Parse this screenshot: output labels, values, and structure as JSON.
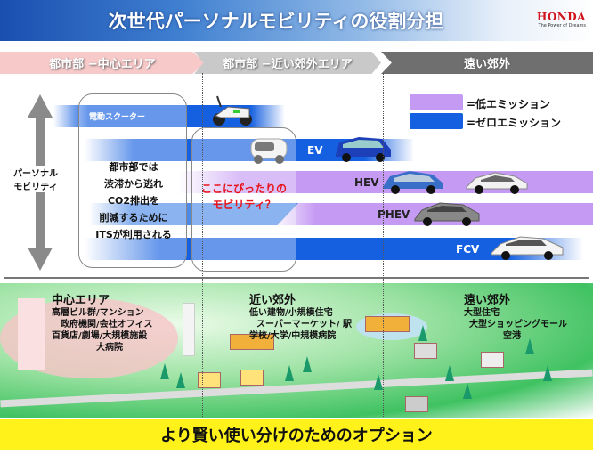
{
  "header": {
    "title": "次世代パーソナルモビリティの役割分担",
    "logo": "HONDA",
    "logo_tagline": "The Power of Dreams"
  },
  "zones": [
    "都市部 −中心エリア",
    "都市部 −近い郊外エリア",
    "遠い郊外"
  ],
  "axis_label": "パーソナル\nモビリティ",
  "legend": [
    {
      "label": "=低エミッション",
      "color": "#c59af3"
    },
    {
      "label": "=ゼロエミッション",
      "color": "#1560e0"
    }
  ],
  "bands": {
    "scooter": "電動スクーター",
    "ev": "EV",
    "hev": "HEV",
    "phev": "PHEV",
    "fcv": "FCV"
  },
  "city_note": [
    "都市部では",
    "渋滞から逃れ",
    "CO2排出を",
    "削減するために",
    "ITSが利用される"
  ],
  "question": [
    "ここにぴったりの",
    "モビリティ？"
  ],
  "areas": [
    {
      "title": "中心エリア",
      "items": [
        "高層ビル群/マンション",
        "政府機関/会社オフィス",
        "百貨店/劇場/大規模施設",
        "大病院"
      ]
    },
    {
      "title": "近い郊外",
      "items": [
        "低い建物/小規模住宅",
        "スーパーマーケット/ 駅",
        "学校/大学/中規模病院"
      ]
    },
    {
      "title": "遠い郊外",
      "items": [
        "大型住宅",
        "大型ショッピングモール",
        "空港"
      ]
    }
  ],
  "footer": "より賢い使い分けのためのオプション"
}
